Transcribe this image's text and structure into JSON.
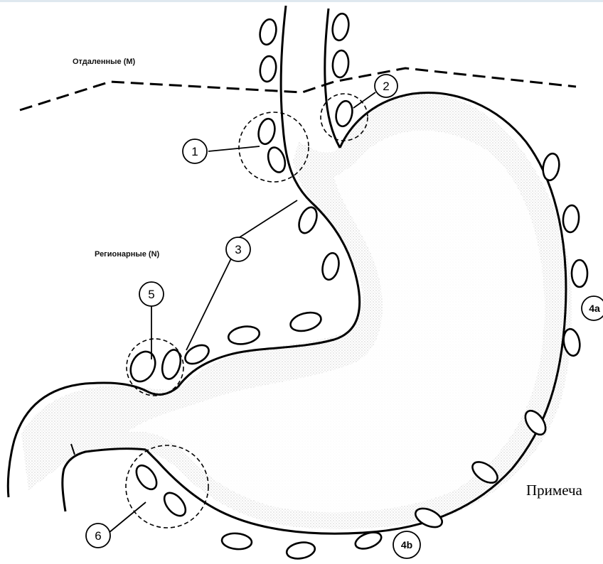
{
  "labels": {
    "distant": "Отдаленные (M)",
    "regional": "Регионарные (N)",
    "note": "Примеча"
  },
  "stations": [
    {
      "id": "1",
      "text": "1"
    },
    {
      "id": "2",
      "text": "2"
    },
    {
      "id": "3",
      "text": "3"
    },
    {
      "id": "4a",
      "text": "4a"
    },
    {
      "id": "4b",
      "text": "4b"
    },
    {
      "id": "5",
      "text": "5"
    },
    {
      "id": "6",
      "text": "6"
    }
  ],
  "colors": {
    "line": "#000000",
    "stipple": "#9a9a9a",
    "frame": "#dfe8ef",
    "background": "#ffffff"
  }
}
